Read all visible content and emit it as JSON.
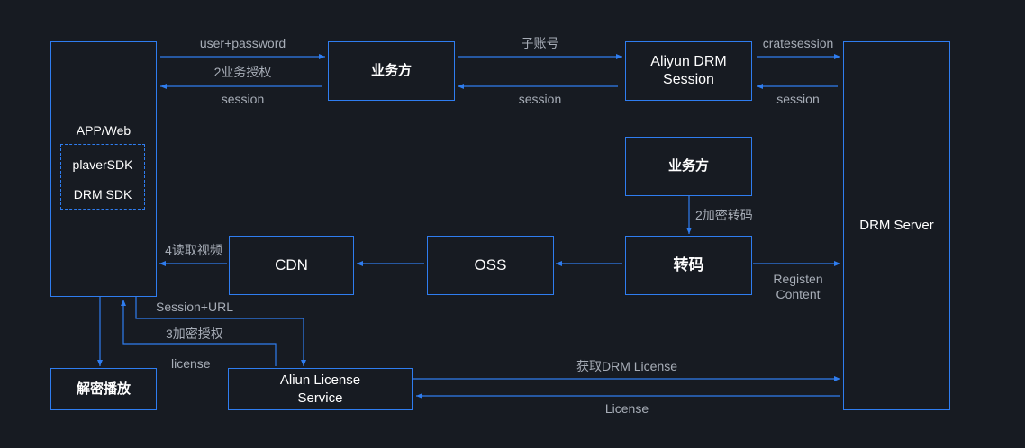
{
  "nodes": {
    "app_web": "APP/Web",
    "player_sdk": "plaverSDK",
    "drm_sdk": "DRM SDK",
    "biz_top": "业务方",
    "aliyun_session": "Aliyun DRM\nSession",
    "drm_server": "DRM Server",
    "biz_mid": "业务方",
    "transcode": "转码",
    "oss": "OSS",
    "cdn": "CDN",
    "decrypt_play": "解密播放",
    "license_service": "Aliun License\nService"
  },
  "edges": {
    "user_password": "user+password",
    "biz_auth": "2业务授权",
    "session_1": "session",
    "sub_account": "子账号",
    "session_2": "session",
    "cratesession": "cratesession",
    "session_3": "session",
    "encrypt_transcode": "2加密转码",
    "read_video": "4读取视频",
    "register_content": "Registen\nContent",
    "session_url": "Session+URL",
    "encrypt_auth": "3加密授权",
    "license_lower": "license",
    "get_license": "获取DRM License",
    "license_upper": "License"
  },
  "colors": {
    "background": "#171b22",
    "line": "#2f7df0",
    "text": "#ffffff",
    "label": "#a7adb7"
  }
}
